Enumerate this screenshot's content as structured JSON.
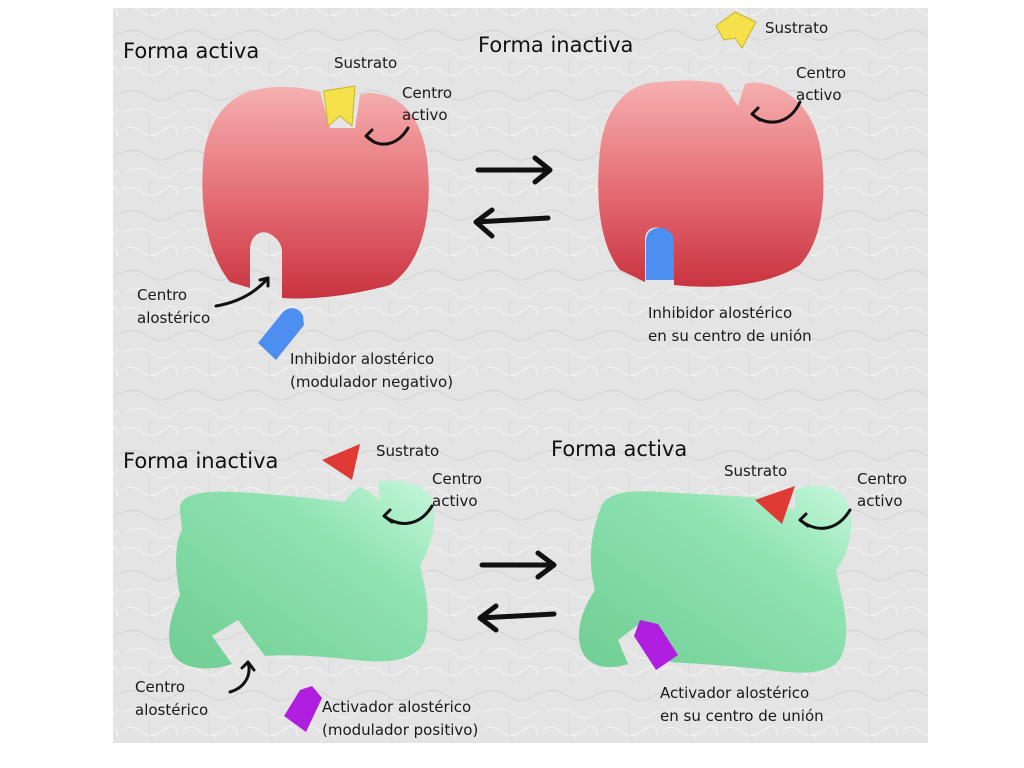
{
  "top": {
    "left_title": "Forma activa",
    "right_title": "Forma inactiva",
    "left_substrate": "Sustrato",
    "left_active_site": [
      "Centro",
      "activo"
    ],
    "left_allosteric_site": [
      "Centro",
      "alostérico"
    ],
    "inhibitor_label": [
      "Inhibidor alostérico",
      "(modulador negativo)"
    ],
    "right_substrate": "Sustrato",
    "right_active_site": [
      "Centro",
      "activo"
    ],
    "right_bound_label": [
      "Inhibidor alostérico",
      "en su centro de unión"
    ]
  },
  "bottom": {
    "left_title": "Forma inactiva",
    "right_title": "Forma activa",
    "left_substrate": "Sustrato",
    "left_active_site": [
      "Centro",
      "activo"
    ],
    "left_allosteric_site": [
      "Centro",
      "alostérico"
    ],
    "activator_label": [
      "Activador alostérico",
      "(modulador positivo)"
    ],
    "right_substrate": "Sustrato",
    "right_active_site": [
      "Centro",
      "activo"
    ],
    "right_bound_label": [
      "Activador alostérico",
      "en su centro de unión"
    ]
  },
  "colors": {
    "enzyme_red_top": "#f3a6a6",
    "enzyme_red_bottom": "#d2404c",
    "enzyme_green_light": "#bff5d6",
    "enzyme_green": "#7ed9a0",
    "substrate_yellow": "#f5e14a",
    "inhibitor_blue": "#4d8ff0",
    "substrate_red": "#e03a35",
    "activator_purple": "#b01ee0",
    "panel_bg": "#e6e6e6"
  }
}
